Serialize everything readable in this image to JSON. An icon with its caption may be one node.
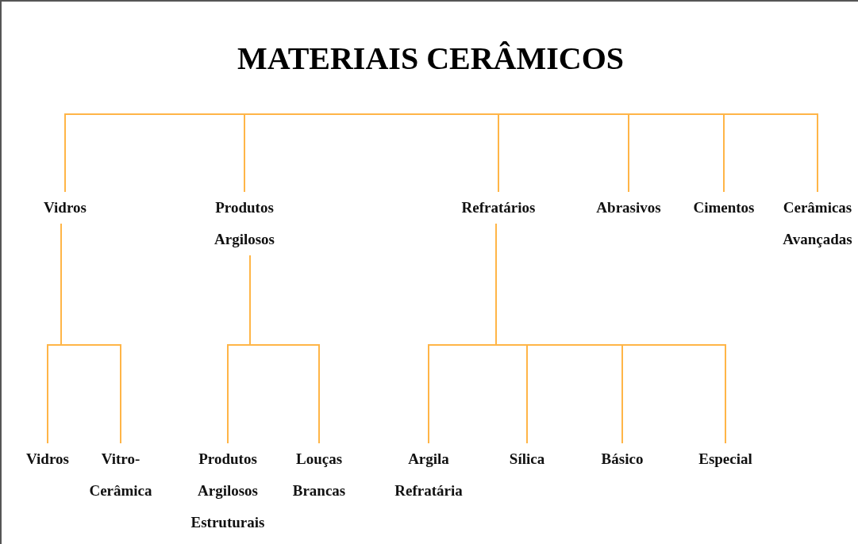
{
  "diagram": {
    "title": "MATERIAIS CERÂMICOS",
    "nodes": [
      {
        "text": [
          "Vidros"
        ]
      },
      {
        "text": [
          "Produtos Argilosos"
        ]
      },
      {
        "text": [
          "Refratários"
        ]
      },
      {
        "text": [
          "Abrasivos"
        ]
      },
      {
        "text": [
          "Cimentos"
        ]
      },
      {
        "text": [
          "Cerâmicas Avançadas"
        ]
      },
      {
        "text": [
          "Vidros"
        ]
      },
      {
        "text": [
          "Vitro- Cerâmica"
        ]
      },
      {
        "text": [
          "Produtos Argilosos Estruturais"
        ]
      },
      {
        "text": [
          "Louças Brancas"
        ]
      },
      {
        "text": [
          "Argila Refratária"
        ]
      },
      {
        "text": [
          "Sílica"
        ]
      },
      {
        "text": [
          "Básico"
        ]
      },
      {
        "text": [
          "Especial"
        ]
      }
    ],
    "edges": [
      {
        "from": null,
        "to": 0,
        "arrow": "none"
      },
      {
        "from": null,
        "to": 1,
        "arrow": "none"
      },
      {
        "from": null,
        "to": 2,
        "arrow": "none"
      },
      {
        "from": null,
        "to": 3,
        "arrow": "none"
      },
      {
        "from": null,
        "to": 4,
        "arrow": "none"
      },
      {
        "from": null,
        "to": 5,
        "arrow": "none"
      },
      {
        "from": 0,
        "to": 6,
        "arrow": "none"
      },
      {
        "from": 0,
        "to": 7,
        "arrow": "none"
      },
      {
        "from": 1,
        "to": 8,
        "arrow": "none"
      },
      {
        "from": 1,
        "to": 9,
        "arrow": "none"
      },
      {
        "from": 2,
        "to": 10,
        "arrow": "none"
      },
      {
        "from": 2,
        "to": 11,
        "arrow": "none"
      },
      {
        "from": 2,
        "to": 12,
        "arrow": "none"
      },
      {
        "from": 2,
        "to": 13,
        "arrow": "none"
      }
    ]
  }
}
